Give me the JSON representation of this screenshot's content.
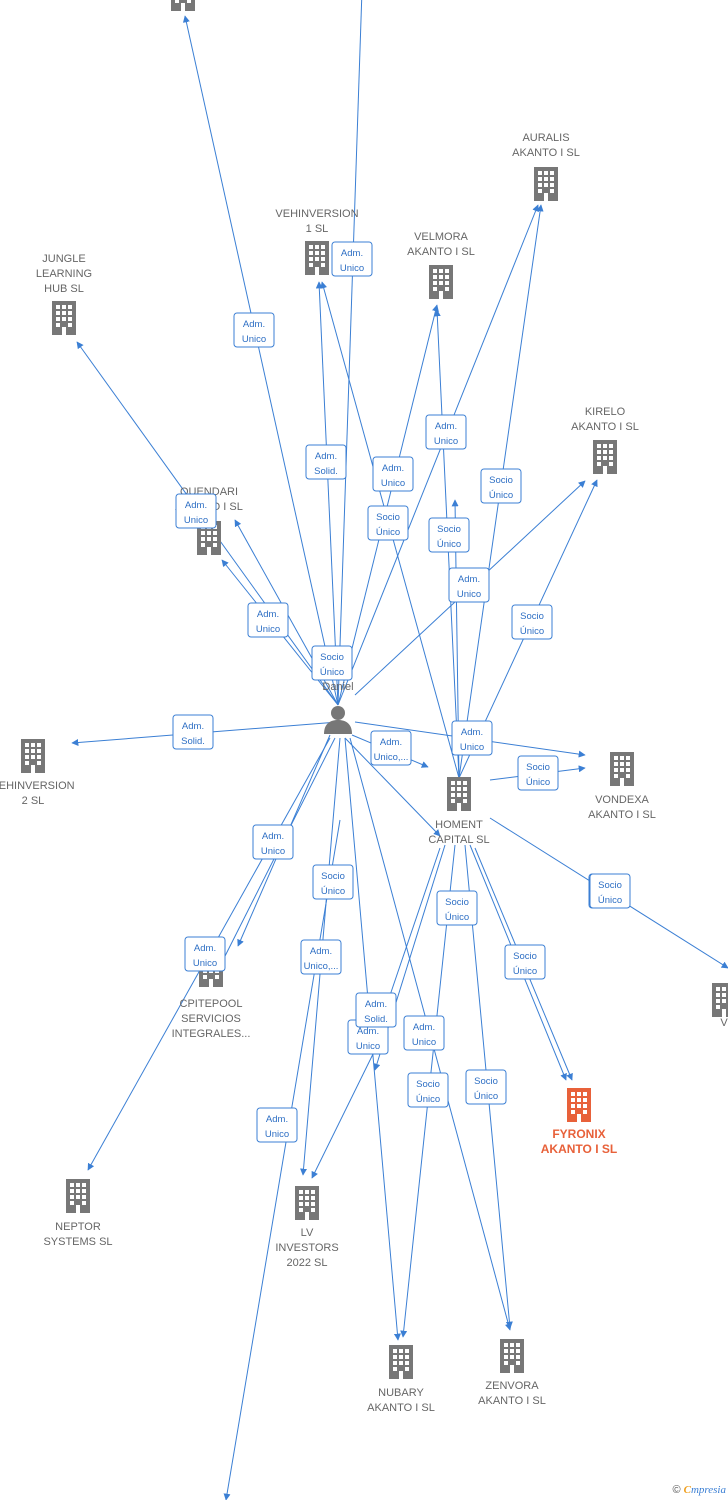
{
  "colors": {
    "edge": "#3b7fd4",
    "company": "#777777",
    "highlight": "#e8613a",
    "person": "#777777"
  },
  "nodes": [
    {
      "id": "top",
      "type": "company",
      "lines": []
    },
    {
      "id": "auralis",
      "type": "company",
      "lines": [
        "AURALIS",
        "AKANTO I  SL"
      ]
    },
    {
      "id": "vehinv1",
      "type": "company",
      "lines": [
        "VEHINVERSION",
        "1  SL"
      ]
    },
    {
      "id": "velmora",
      "type": "company",
      "lines": [
        "VELMORA",
        "AKANTO I  SL"
      ]
    },
    {
      "id": "jungle",
      "type": "company",
      "lines": [
        "JUNGLE",
        "LEARNING",
        "HUB  SL"
      ]
    },
    {
      "id": "kirelo",
      "type": "company",
      "lines": [
        "KIRELO",
        "AKANTO I  SL"
      ]
    },
    {
      "id": "quendari",
      "type": "company",
      "lines": [
        "QUENDARI",
        "AKANTO I  SL"
      ]
    },
    {
      "id": "person",
      "type": "person",
      "lines": [
        "Daniel"
      ]
    },
    {
      "id": "vehinv2",
      "type": "company",
      "lines": [
        "VEHINVERSION",
        "2  SL"
      ]
    },
    {
      "id": "homent",
      "type": "company",
      "lines": [
        "HOMENT",
        "CAPITAL  SL"
      ]
    },
    {
      "id": "vondexa",
      "type": "company",
      "lines": [
        "VONDEXA",
        "AKANTO I  SL"
      ]
    },
    {
      "id": "cpitepool",
      "type": "company",
      "lines": [
        "CPITEPOOL",
        "SERVICIOS",
        "INTEGRALES..."
      ]
    },
    {
      "id": "vright",
      "type": "company",
      "lines": [
        "V"
      ]
    },
    {
      "id": "fyronix",
      "type": "company",
      "highlight": true,
      "lines": [
        "FYRONIX",
        "AKANTO I  SL"
      ]
    },
    {
      "id": "neptor",
      "type": "company",
      "lines": [
        "NEPTOR",
        "SYSTEMS  SL"
      ]
    },
    {
      "id": "lv",
      "type": "company",
      "lines": [
        "LV",
        "INVESTORS",
        "2022  SL"
      ]
    },
    {
      "id": "nubary",
      "type": "company",
      "lines": [
        "NUBARY",
        "AKANTO I  SL"
      ]
    },
    {
      "id": "zenvora",
      "type": "company",
      "lines": [
        "ZENVORA",
        "AKANTO I  SL"
      ]
    }
  ],
  "edge_labels": [
    [
      "Adm.",
      "Unico"
    ],
    [
      "Adm.",
      "Unico"
    ],
    [
      "Adm.",
      "Unico"
    ],
    [
      "Adm.",
      "Solid."
    ],
    [
      "Adm.",
      "Unico"
    ],
    [
      "Socio",
      "Único"
    ],
    [
      "Adm.",
      "Unico"
    ],
    [
      "Socio",
      "Único"
    ],
    [
      "Socio",
      "Único"
    ],
    [
      "Adm.",
      "Unico"
    ],
    [
      "Socio",
      "Único"
    ],
    [
      "Adm.",
      "Unico"
    ],
    [
      "Socio",
      "Único"
    ],
    [
      "Adm.",
      "Solid."
    ],
    [
      "Adm.",
      "Unico,..."
    ],
    [
      "Adm.",
      "Unico"
    ],
    [
      "Socio",
      "Único"
    ],
    [
      "Adm.",
      "Unico"
    ],
    [
      "Socio",
      "Único"
    ],
    [
      "Adm.",
      "Unico"
    ],
    [
      "Socio",
      "Único"
    ],
    [
      "Socio",
      "Único"
    ],
    [
      "Adm.",
      "Unico,..."
    ],
    [
      "Adm.",
      "Unico"
    ],
    [
      "Adm.",
      "Unico"
    ],
    [
      "Socio",
      "Único"
    ],
    [
      "Adm.",
      "Unico"
    ],
    [
      "Socio",
      "Único"
    ],
    [
      "Socio",
      "Único"
    ],
    [
      "Adm.",
      "Solid."
    ],
    [
      "Socio",
      "Único"
    ]
  ],
  "footer": {
    "copyright": "©",
    "brand_initial": "C",
    "brand_rest": "mpresia"
  }
}
